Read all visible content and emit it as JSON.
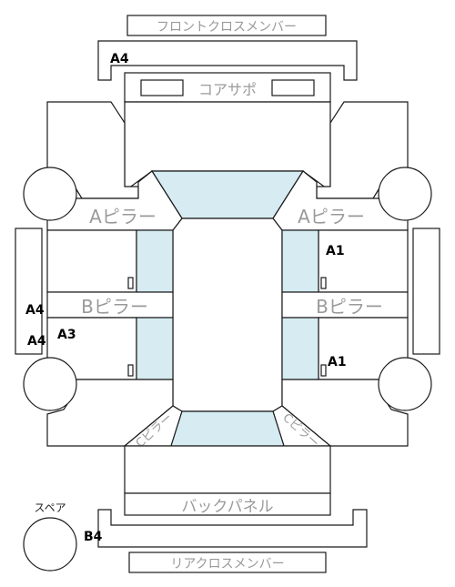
{
  "parts": {
    "front_cross_member": "フロントクロスメンバー",
    "core_support": "コアサポ",
    "a_pillar_left": "Aピラー",
    "a_pillar_right": "Aピラー",
    "b_pillar_left": "Bピラー",
    "b_pillar_right": "Bピラー",
    "c_pillar_left": "Cピラー",
    "c_pillar_right": "Cピラー",
    "back_panel": "バックパネル",
    "rear_cross_member": "リアクロスメンバー",
    "spare": "スペア"
  },
  "ratings": {
    "front_member": "A4",
    "front_right_door": "A1",
    "rocker_left_upper": "A4",
    "rocker_left_lower": "A4",
    "rear_left_door": "A3",
    "rear_right_door": "A1",
    "rear_member": "B4"
  }
}
